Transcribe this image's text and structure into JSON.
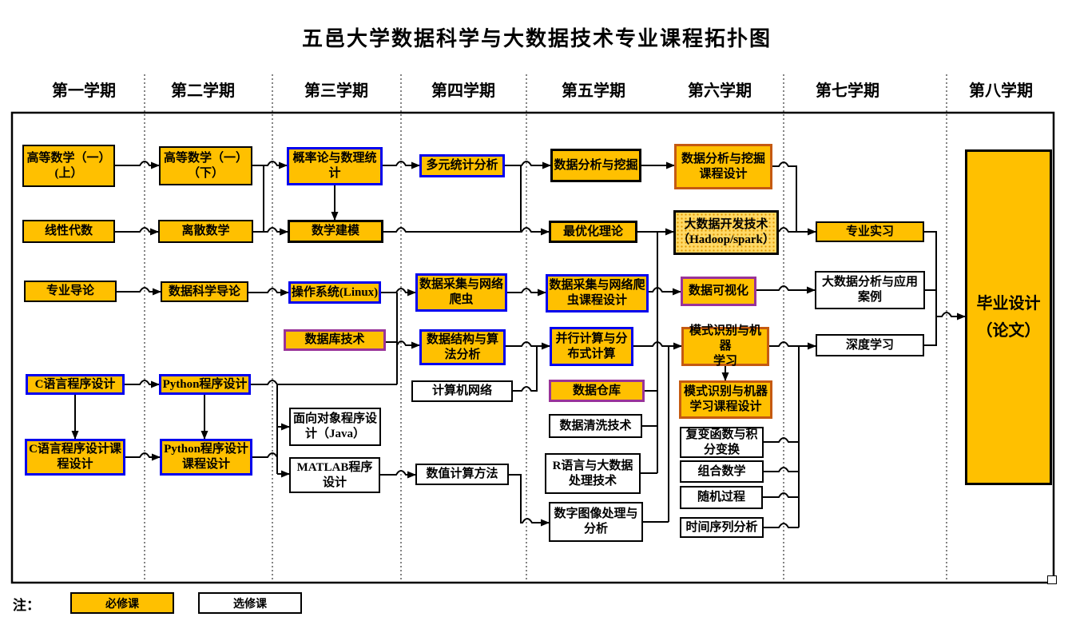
{
  "title": "五邑大学数据科学与大数据技术专业课程拓扑图",
  "semester_headers": [
    "第一学期",
    "第二学期",
    "第三学期",
    "第四学期",
    "第五学期",
    "第六学期",
    "第七学期",
    "第八学期"
  ],
  "legend": {
    "note_label": "注：",
    "required_label": "必修课",
    "elective_label": "选修课"
  },
  "colors": {
    "required_fill": "#FFC000",
    "pattern_fill": "#FFD966",
    "border_black": "#000000",
    "border_blue": "#0000EE",
    "border_purple": "#993399",
    "border_darkred": "#C55A11",
    "line_color": "#000000"
  },
  "courses": [
    {
      "id": "a1",
      "label": "高等数学（一）\n(上）",
      "type": "required"
    },
    {
      "id": "a2",
      "label": "线性代数",
      "type": "required"
    },
    {
      "id": "a3",
      "label": "专业导论",
      "type": "required"
    },
    {
      "id": "a4",
      "label": "C语言程序设计",
      "type": "blue"
    },
    {
      "id": "a5",
      "label": "C语言程序设计课\n程设计",
      "type": "blue"
    },
    {
      "id": "b1",
      "label": "高等数学（一）\n（下）",
      "type": "required"
    },
    {
      "id": "b2",
      "label": "离散数学",
      "type": "required"
    },
    {
      "id": "b3",
      "label": "数据科学导论",
      "type": "required"
    },
    {
      "id": "b4",
      "label": "Python程序设计",
      "type": "blue"
    },
    {
      "id": "b5",
      "label": "Python程序设计\n课程设计",
      "type": "blue"
    },
    {
      "id": "c1",
      "label": "概率论与数理统\n计",
      "type": "blue"
    },
    {
      "id": "c2",
      "label": "数学建模",
      "type": "required-thick"
    },
    {
      "id": "c3",
      "label": "操作系统(Linux)",
      "type": "blue"
    },
    {
      "id": "c4",
      "label": "数据库技术",
      "type": "purple"
    },
    {
      "id": "c5",
      "label": "面向对象程序设\n计（Java）",
      "type": "elective"
    },
    {
      "id": "c6",
      "label": "MATLAB程序\n设计",
      "type": "elective"
    },
    {
      "id": "d1",
      "label": "多元统计分析",
      "type": "blue"
    },
    {
      "id": "d2",
      "label": "数据采集与网络\n爬虫",
      "type": "blue"
    },
    {
      "id": "d3",
      "label": "数据结构与算\n法分析",
      "type": "blue"
    },
    {
      "id": "d4",
      "label": "计算机网络",
      "type": "elective"
    },
    {
      "id": "d5",
      "label": "数值计算方法",
      "type": "elective"
    },
    {
      "id": "e1",
      "label": "数据分析与挖掘",
      "type": "required-thick"
    },
    {
      "id": "e2",
      "label": "最优化理论",
      "type": "required-thick"
    },
    {
      "id": "e3",
      "label": "数据采集与网络爬\n虫课程设计",
      "type": "blue"
    },
    {
      "id": "e4",
      "label": "并行计算与分\n布式计算",
      "type": "blue"
    },
    {
      "id": "e5",
      "label": "数据仓库",
      "type": "purple"
    },
    {
      "id": "e6",
      "label": "数据清洗技术",
      "type": "elective"
    },
    {
      "id": "e7",
      "label": "R语言与大数据\n处理技术",
      "type": "elective"
    },
    {
      "id": "e8",
      "label": "数字图像处理与\n分析",
      "type": "elective"
    },
    {
      "id": "f1",
      "label": "数据分析与挖掘\n课程设计",
      "type": "darkred"
    },
    {
      "id": "f2",
      "label": "大数据开发技术\n（Hadoop/spark）",
      "type": "pattern"
    },
    {
      "id": "f3",
      "label": "数据可视化",
      "type": "purple"
    },
    {
      "id": "f4",
      "label": "模式识别与机器\n学习",
      "type": "darkred"
    },
    {
      "id": "f5",
      "label": "模式识别与机器\n学习课程设计",
      "type": "darkred"
    },
    {
      "id": "f6",
      "label": "复变函数与积\n分变换",
      "type": "elective"
    },
    {
      "id": "f7",
      "label": "组合数学",
      "type": "elective"
    },
    {
      "id": "f8",
      "label": "随机过程",
      "type": "elective"
    },
    {
      "id": "f9",
      "label": "时间序列分析",
      "type": "elective"
    },
    {
      "id": "g1",
      "label": "专业实习",
      "type": "required"
    },
    {
      "id": "g2",
      "label": "大数据分析与应用\n案例",
      "type": "elective"
    },
    {
      "id": "g3",
      "label": "深度学习",
      "type": "elective"
    },
    {
      "id": "h1",
      "label": "毕业设计\n（论文）",
      "type": "capstone"
    }
  ],
  "connections": [
    {
      "from": "a1",
      "to": "b1"
    },
    {
      "from": "a2",
      "to": "b2"
    },
    {
      "from": "a3",
      "to": "b3"
    },
    {
      "from": "a4",
      "to": "b4"
    },
    {
      "from": "a4",
      "to": "a5"
    },
    {
      "from": "a5",
      "to": "b5"
    },
    {
      "from": "b4",
      "to": "b5"
    },
    {
      "from": "b1",
      "to": "c1"
    },
    {
      "from": "b1",
      "to": "c2"
    },
    {
      "from": "b2",
      "to": "c2"
    },
    {
      "from": "c1",
      "to": "c2"
    },
    {
      "from": "b3",
      "to": "c3"
    },
    {
      "from": "c1",
      "to": "d1"
    },
    {
      "from": "d1",
      "to": "e1"
    },
    {
      "from": "d1",
      "to": "e2"
    },
    {
      "from": "c2",
      "to": "e2"
    },
    {
      "from": "c3",
      "to": "d2"
    },
    {
      "from": "c4",
      "to": "d3"
    },
    {
      "from": "b4",
      "to": "d2"
    },
    {
      "from": "b4",
      "to": "d3"
    },
    {
      "from": "b4",
      "to": "c5"
    },
    {
      "from": "b4",
      "to": "c6"
    },
    {
      "from": "b5",
      "to": "c5"
    },
    {
      "from": "b5",
      "to": "c6"
    },
    {
      "from": "c6",
      "to": "d5"
    },
    {
      "from": "d5",
      "to": "e8"
    },
    {
      "from": "d2",
      "to": "e3"
    },
    {
      "from": "d3",
      "to": "e4"
    },
    {
      "from": "d4",
      "to": "e4"
    },
    {
      "from": "e1",
      "to": "f1"
    },
    {
      "from": "e2",
      "to": "f2"
    },
    {
      "from": "e5",
      "to": "f2"
    },
    {
      "from": "e6",
      "to": "f2"
    },
    {
      "from": "e7",
      "to": "f2"
    },
    {
      "from": "e3",
      "to": "f3"
    },
    {
      "from": "e4",
      "to": "f4"
    },
    {
      "from": "e8",
      "to": "f4"
    },
    {
      "from": "f4",
      "to": "f5"
    },
    {
      "from": "f1",
      "to": "g1"
    },
    {
      "from": "f2",
      "to": "g1"
    },
    {
      "from": "f3",
      "to": "g2"
    },
    {
      "from": "f4",
      "to": "g3"
    },
    {
      "from": "f6",
      "to": "g3"
    },
    {
      "from": "f7",
      "to": "g3"
    },
    {
      "from": "f8",
      "to": "g3"
    },
    {
      "from": "f9",
      "to": "g3"
    },
    {
      "from": "g1",
      "to": "h1"
    },
    {
      "from": "g2",
      "to": "h1"
    },
    {
      "from": "g3",
      "to": "h1"
    }
  ]
}
